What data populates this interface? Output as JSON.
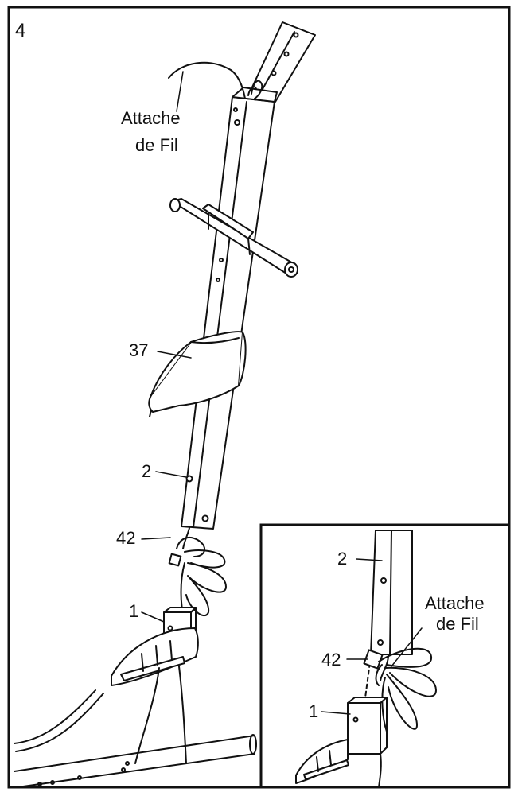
{
  "step_number": "4",
  "main_view": {
    "label_wire_tie_line1": "Attache",
    "label_wire_tie_line2": "de Fil",
    "label_part_37": "37",
    "label_part_2": "2",
    "label_part_42": "42",
    "label_part_1": "1"
  },
  "inset_view": {
    "label_part_2": "2",
    "label_wire_tie_line1": "Attache",
    "label_wire_tie_line2": "de Fil",
    "label_part_42": "42",
    "label_part_1": "1"
  },
  "colors": {
    "line": "#111111",
    "background": "#ffffff"
  }
}
